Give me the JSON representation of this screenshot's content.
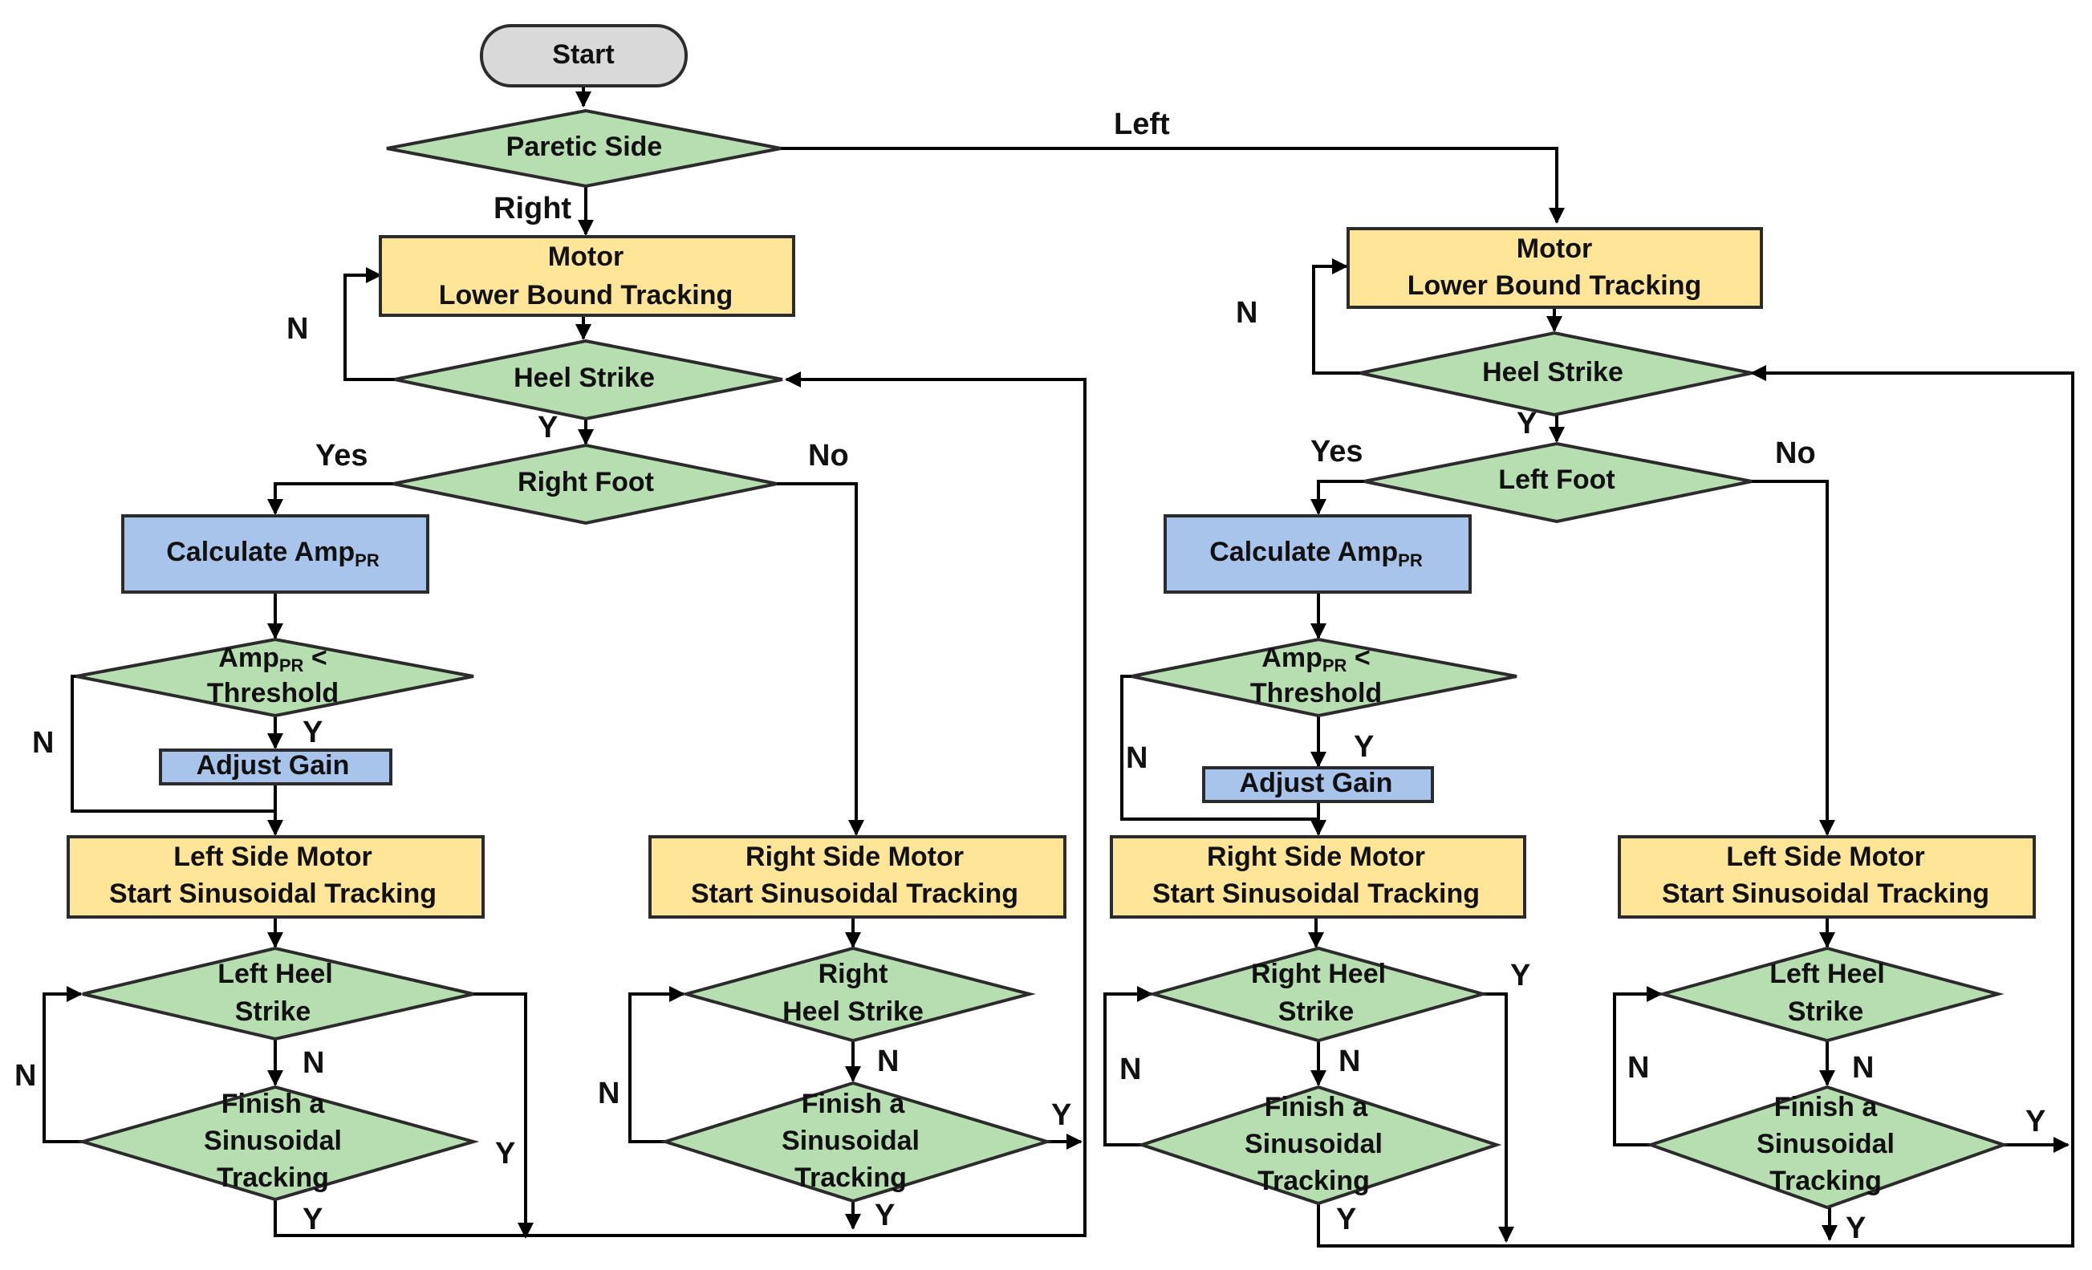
{
  "colors": {
    "terminal": "#d9d9d9",
    "decision": "#b7deb1",
    "process": "#ffe598",
    "calc": "#a8c4ea",
    "stroke": "#2b2b2b",
    "line": "#000000"
  },
  "nodes": {
    "start": {
      "label": "Start"
    },
    "paretic_side": {
      "label": "Paretic Side"
    },
    "R_motor": {
      "line1": "Motor",
      "line2": "Lower Bound Tracking"
    },
    "R_heel": {
      "label": "Heel Strike"
    },
    "R_foot": {
      "label": "Right Foot"
    },
    "R_calc": {
      "label": "Calculate Amp",
      "sub": "PR"
    },
    "R_amp": {
      "line1_main": "Amp",
      "line1_sub": "PR",
      "line1_rest": " <",
      "line2": "Threshold"
    },
    "R_gain": {
      "label": "Adjust Gain"
    },
    "R_left_motor": {
      "line1": "Left Side Motor",
      "line2": "Start Sinusoidal Tracking"
    },
    "R_right_motor": {
      "line1": "Right Side Motor",
      "line2": "Start Sinusoidal Tracking"
    },
    "R_left_heel": {
      "line1": "Left Heel",
      "line2": "Strike"
    },
    "R_right_heel": {
      "line1": "Right",
      "line2": "Heel Strike"
    },
    "R_finish1": {
      "line1": "Finish a",
      "line2": "Sinusoidal",
      "line3": "Tracking"
    },
    "R_finish2": {
      "line1": "Finish a",
      "line2": "Sinusoidal",
      "line3": "Tracking"
    },
    "L_motor": {
      "line1": "Motor",
      "line2": "Lower Bound Tracking"
    },
    "L_heel": {
      "label": "Heel Strike"
    },
    "L_foot": {
      "label": "Left Foot"
    },
    "L_calc": {
      "label": "Calculate Amp",
      "sub": "PR"
    },
    "L_amp": {
      "line1_main": "Amp",
      "line1_sub": "PR",
      "line1_rest": " <",
      "line2": "Threshold"
    },
    "L_gain": {
      "label": "Adjust Gain"
    },
    "L_right_motor": {
      "line1": "Right Side Motor",
      "line2": "Start Sinusoidal Tracking"
    },
    "L_left_motor": {
      "line1": "Left Side Motor",
      "line2": "Start Sinusoidal Tracking"
    },
    "L_right_heel": {
      "line1": "Right Heel",
      "line2": "Strike"
    },
    "L_left_heel": {
      "line1": "Left Heel",
      "line2": "Strike"
    },
    "L_finish1": {
      "line1": "Finish a",
      "line2": "Sinusoidal",
      "line3": "Tracking"
    },
    "L_finish2": {
      "line1": "Finish a",
      "line2": "Sinusoidal",
      "line3": "Tracking"
    }
  },
  "edges": {
    "left": "Left",
    "right": "Right",
    "r_heel_n": "N",
    "r_heel_y": "Y",
    "r_foot_yes": "Yes",
    "r_foot_no": "No",
    "r_amp_y": "Y",
    "r_amp_n": "N",
    "r_lheel_n": "N",
    "r_fin1_n": "N",
    "r_lheel_y": "Y",
    "r_fin1_y": "Y",
    "r_rheel_n": "N",
    "r_fin2_n": "N",
    "r_fin2_y_right": "Y",
    "r_fin2_y_bottom": "Y",
    "l_heel_n": "N",
    "l_heel_y": "Y",
    "l_foot_yes": "Yes",
    "l_foot_no": "No",
    "l_amp_y": "Y",
    "l_amp_n": "N",
    "l_rheel_y": "Y",
    "l_rheel_n": "N",
    "l_fin1_n": "N",
    "l_fin1_y": "Y",
    "l_lheel_n": "N",
    "l_fin2_n": "N",
    "l_fin2_y_right": "Y",
    "l_fin2_y_bottom": "Y"
  }
}
